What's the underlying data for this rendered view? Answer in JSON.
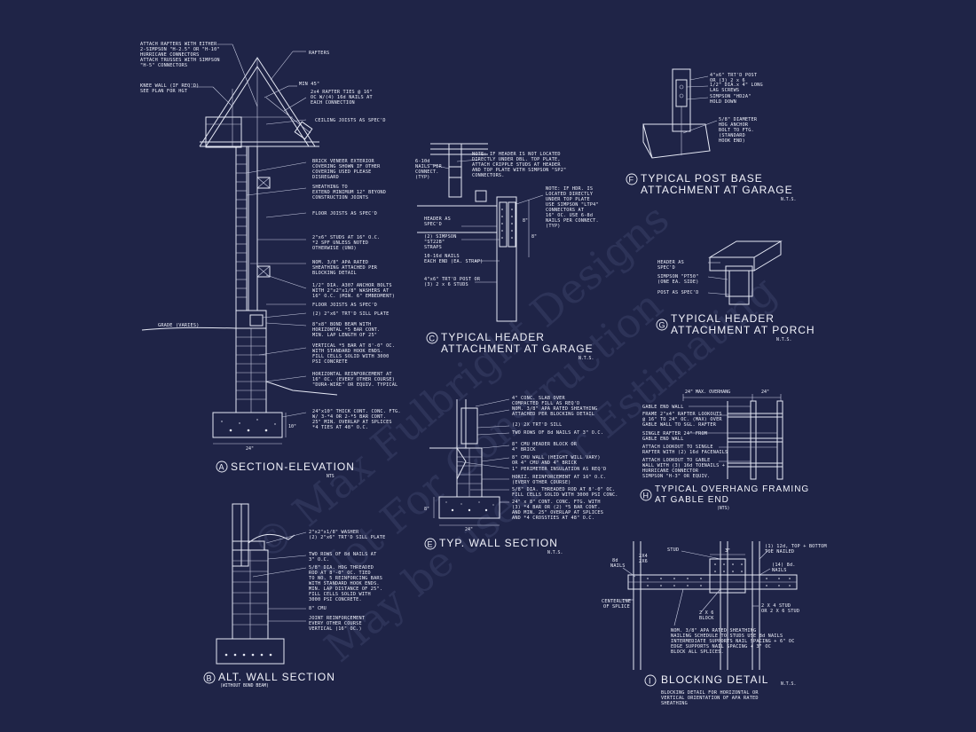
{
  "watermark": {
    "line1": "© Max Fulbright Designs",
    "line2": "Not For Construction",
    "line3": "May be used for Estimating"
  },
  "details": {
    "A": {
      "letter": "A",
      "title": "SECTION-ELEVATION",
      "sub": "NTS",
      "notes": [
        "ATTACH RAFTERS WITH EITHER",
        "2-SIMPSON \"H-2.5\" OR \"H-10\"",
        "HURRICANE CONNECTORS",
        "ATTACH TRUSSES WITH SIMPSON",
        "\"H-5\" CONNECTORS",
        "RAFTERS",
        "KNEE WALL (IF REQ'D)",
        "SEE PLAN FOR HGT",
        "MIN 45\"",
        "2x4 RAFTER TIES @ 16\"",
        "OC W/(4) 16d NAILS AT",
        "EACH CONNECTION",
        "CEILING JOISTS AS SPEC'D",
        "BRICK VENEER EXTERIOR",
        "COVERING SHOWN IF OTHER",
        "COVERING USED PLEASE",
        "DISREGARD",
        "SHEATHING TO",
        "EXTEND MINIMUM 12\" BEYOND",
        "CONSTRUCTION JOINTS",
        "FLOOR JOISTS AS SPEC'D",
        "2\"x6\" STUDS AT 16\" O.C.",
        "*2 SPF UNLESS NOTED",
        "OTHERWISE (UNO)",
        "NOM. 3/8\" APA RATED",
        "SHEATHING ATTACHED PER",
        "BLOCKING DETAIL",
        "1/2\" DIA. A307 ANCHOR BOLTS",
        "WITH 2\"x2\"x1/8\" WASHERS AT",
        "16\" O.C. (MIN. 6\" EMBEDMENT)",
        "FLOOR JOISTS AS SPEC'D",
        "(2) 2\"x6\" TRT'D SILL PLATE",
        "8\"x8\" BOND BEAM WITH",
        "HORIZONTAL *5 BAR CONT.",
        "MIN. LAP LENGTH OF 25\"",
        "VERTICAL *5 BAR AT 8'-0\" OC.",
        "WITH STANDARD HOOK ENDS.",
        "FILL CELLS SOLID WITH 3000",
        "PSI CONCRETE",
        "HORIZONTAL REINFORCEMENT AT",
        "16\" OC. (EVERY OTHER COURSE)",
        "\"DURA-WIRE\" OR EQUIV. TYPICAL",
        "24\"x10\" THICK CONT. CONC. FTG.",
        "W/ 3-*4 OR 2-*5 BAR CONT.",
        "25\" MIN. OVERLAP AT SPLICES",
        "*4 TIES AT 48\" O.C.",
        "GRADE (VARIES)"
      ]
    },
    "B": {
      "letter": "B",
      "title": "ALT. WALL SECTION",
      "sub": "(WITHOUT BOND BEAM)",
      "notes": [
        "2\"x2\"x1/8\" WASHER",
        "(2) 2\"x6\" TRT'D SILL PLATE",
        "TWO ROWS OF 8d NAILS AT",
        "3\" O.C.",
        "5/8\" DIA. HDG THREADED",
        "ROD AT 8'-0\" OC. TIED",
        "TO NO. 5 REINFORCING BARS",
        "WITH STANDARD HOOK ENDS.",
        "MIN. LAP DISTANCE OF 25\".",
        "FILL CELLS SOLID WITH",
        "3000 PSI CONCRETE.",
        "8\" CMU",
        "JOINT REINFORCEMENT",
        "EVERY OTHER COURSE",
        "VERTICAL (16\" OC.)"
      ]
    },
    "C": {
      "letter": "C",
      "title1": "TYPICAL HEADER",
      "title2": "ATTACHMENT AT GARAGE",
      "sub": "N.T.S.",
      "notes": [
        "6-10d",
        "NAILS PER",
        "CONNECT.",
        "(TYP)",
        "NOTE: IF HEADER IS NOT LOCATED",
        "DIRECTLY UNDER DBL. TOP PLATE,",
        "ATTACH CRIPPLE STUDS AT HEADER",
        "AND TOP PLATE WITH SIMPSON \"SP2\"",
        "CONNECTORS.",
        "NOTE: IF HDR. IS",
        "LOCATED DIRECTLY",
        "UNDER TOP PLATE",
        "USE SIMPSON \"LTP4\"",
        "CONNECTORS AT",
        "16\" OC. USE 6-8d",
        "NAILS PER CONNECT.",
        "(TYP)",
        "HEADER AS",
        "SPEC'D",
        "(2) SIMPSON",
        "\"ST22B\"",
        "STRAPS",
        "10-16d NAILS",
        "EACH END (EA. STRAP)",
        "4\"x6\" TRT'D POST OR",
        "(3) 2 x 6 STUDS"
      ]
    },
    "E": {
      "letter": "E",
      "title": "TYP. WALL SECTION",
      "sub": "N.T.S.",
      "notes": [
        "4\" CONC. SLAB OVER",
        "COMPACTED FILL AS REQ'D",
        "NOM. 3/8\" APA RATED SHEATHING",
        "ATTACHED PER BLOCKING DETAIL",
        "(2) 2X TRT'D SILL",
        "TWO ROWS OF 8d NAILS AT 3\" O.C.",
        "8\" CMU HEADER BLOCK OR",
        "4\" BRICK",
        "8\" CMU WALL (HEIGHT WILL VARY)",
        "OR 4\" CMU AND 4\" BRICK",
        "1\" PERIMETER INSULATION AS REQ'D",
        "HORIZ. REINFORCEMENT AT 16\" O.C.",
        "(EVERY OTHER COURSE)",
        "5/8\" DIA. THREADED ROD AT 8'-0\" OC.",
        "FILL CELLS SOLID WITH 3000 PSI CONC.",
        "24\" x 8\" CONT. CONC. FTG. WITH",
        "(3) *4 BAR OR (2) *5 BAR CONT.",
        "AND MIN. 25\" OVERLAP AT SPLICES",
        "AND *4 CROSSTIES AT 48\" O.C."
      ]
    },
    "F": {
      "letter": "F",
      "title1": "TYPICAL POST BASE",
      "title2": "ATTACHMENT AT GARAGE",
      "sub": "N.T.S.",
      "notes": [
        "4\"x6\" TRT'D POST",
        "OR (3) 2 x 6",
        "1/2\" DIA.x 4\" LONG",
        "LAG SCREWS",
        "SIMPSON \"HD2A\"",
        "HOLD DOWN",
        "5/8\" DIAMETER",
        "HDG ANCHOR",
        "BOLT TO FTG.",
        "(STANDARD",
        "HOOK END)"
      ]
    },
    "G": {
      "letter": "G",
      "title1": "TYPICAL HEADER",
      "title2": "ATTACHMENT AT PORCH",
      "sub": "N.T.S.",
      "notes": [
        "HEADER AS",
        "SPEC'D",
        "SIMPSON \"PT50\"",
        "(ONE EA. SIDE)",
        "POST AS SPEC'D"
      ]
    },
    "H": {
      "letter": "H",
      "title1": "TYPICAL OVERHANG FRAMING",
      "title2": "AT GABLE END",
      "sub": "(NTS)",
      "dim_left": "24\" MAX. OVERHANG",
      "dim_right": "24\"",
      "notes": [
        "GABLE END WALL",
        "FRAME 2\"x4\" RAFTER LOOKOUTS",
        "@ 16\" TO 24\" OC. (MAX) OVER",
        "GABLE WALL TO SGL. RAFTER",
        "SINGLE RAFTER 24\" FROM",
        "GABLE END WALL",
        "ATTACH LOOKOUT TO SINGLE",
        "RAFTER WITH (2) 16d FACENAILS",
        "ATTACH LOOKOUT TO GABLE",
        "WALL WITH (3) 16d TOENAILS +",
        "HURRICANE CONNECTOR",
        "SIMPSON \"H-3\" OR EQUIV."
      ]
    },
    "I": {
      "letter": "I",
      "title": "BLOCKING DETAIL",
      "sub": "N.T.S.",
      "notes": [
        "8d",
        "NAILS",
        "2X4",
        "2X6",
        "STUD",
        "CENTERLINE",
        "OF SPLICE",
        "(1) 12d, TOP + BOTTOM",
        "TOE NAILED",
        "(14) 8d.",
        "NAILS",
        "2 X 6",
        "BLOCK",
        "2 X 4 STUD",
        "OR 2 X 6 STUD",
        "NOM. 3/8\" APA RATED SHEATHING",
        "NAILING SCHEDULE TO STUDS USE 8d NAILS",
        "INTERMEDIATE SUPPORTS NAIL SPACING + 6\" OC",
        "EDGE SUPPORTS NAIL SPACING + 3\" OC",
        "BLOCK ALL SPLICES.",
        "BLOCKING DETAIL FOR HORIZONTAL OR",
        "VERTICAL ORIENTATION OF APA RATED",
        "SHEATHING"
      ]
    }
  }
}
